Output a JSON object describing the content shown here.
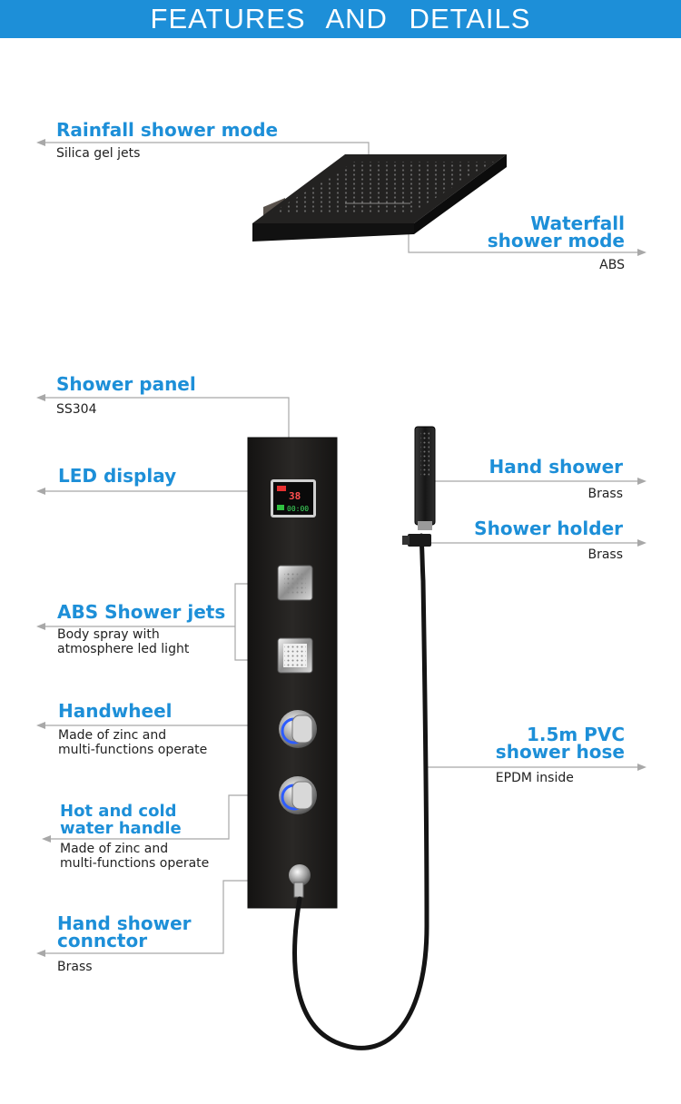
{
  "banner": {
    "title": "FEATURES  AND  DETAILS"
  },
  "labels": {
    "rainfall": {
      "title": "Rainfall shower mode",
      "sub": "Silica gel jets"
    },
    "waterfall": {
      "title_line1": "Waterfall",
      "title_line2": "shower mode",
      "sub": "ABS"
    },
    "panel": {
      "title": "Shower panel",
      "sub": "SS304"
    },
    "led": {
      "title": "LED display"
    },
    "hand_shower": {
      "title": "Hand shower",
      "sub": "Brass"
    },
    "holder": {
      "title": "Shower holder",
      "sub": "Brass"
    },
    "jets": {
      "title": "ABS Shower jets",
      "sub_line1": "Body spray with",
      "sub_line2": "atmosphere led light"
    },
    "handwheel": {
      "title": "Handwheel",
      "sub_line1": "Made of zinc and",
      "sub_line2": "multi-functions operate"
    },
    "hose": {
      "title_line1": "1.5m PVC",
      "title_line2": "shower hose",
      "sub": "EPDM inside"
    },
    "hotcold": {
      "title_line1": "Hot and cold",
      "title_line2": "water handle",
      "sub_line1": "Made of zinc and",
      "sub_line2": "multi-functions operate"
    },
    "connector": {
      "title_line1": "Hand shower",
      "title_line2": "connctor",
      "sub": "Brass"
    }
  },
  "display": {
    "temperature": "38",
    "time": "00:00"
  },
  "colors": {
    "accent": "#1d8fd8",
    "line": "#a8a8a8",
    "panel": "#1e1d1c"
  }
}
